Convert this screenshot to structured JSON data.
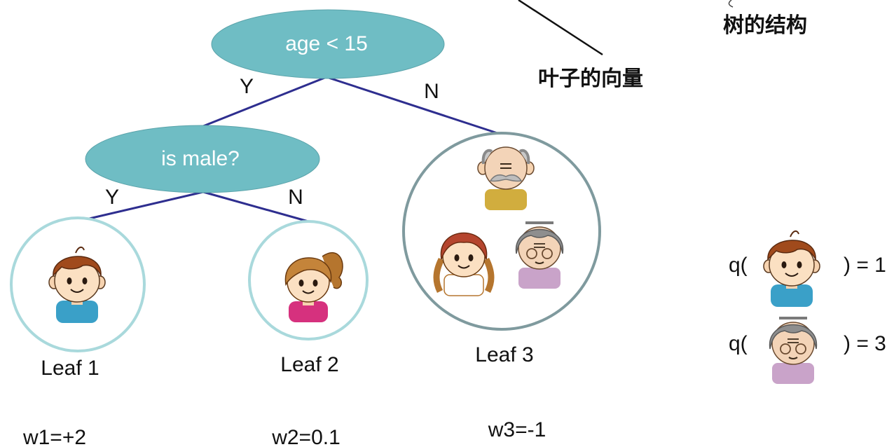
{
  "annotations": {
    "tree_structure": "树的结构",
    "leaf_vector": "叶子的向量"
  },
  "nodes": {
    "root": {
      "label": "age < 15",
      "yes": "Y",
      "no": "N"
    },
    "male": {
      "label": "is male?",
      "yes": "Y",
      "no": "N"
    }
  },
  "leaves": [
    {
      "name": "Leaf 1",
      "weight": "w1=+2"
    },
    {
      "name": "Leaf 2",
      "weight": "w2=0.1"
    },
    {
      "name": "Leaf 3",
      "weight": "w3=-1"
    }
  ],
  "mapping": [
    {
      "prefix": "q(",
      "result": ") = 1"
    },
    {
      "prefix": "q(",
      "result": ") = 3"
    }
  ],
  "colors": {
    "node_fill": "#6fbdc4",
    "edge": "#2e2e8f",
    "leaf_ring": "#a9d9dc",
    "leaf3_ring": "#7f9a9e",
    "boy_shirt": "#3aa0c8",
    "girl_shirt": "#d6317e",
    "grandma_shirt": "#c9a3c9",
    "grandpa_shirt": "#d1ad3e"
  }
}
